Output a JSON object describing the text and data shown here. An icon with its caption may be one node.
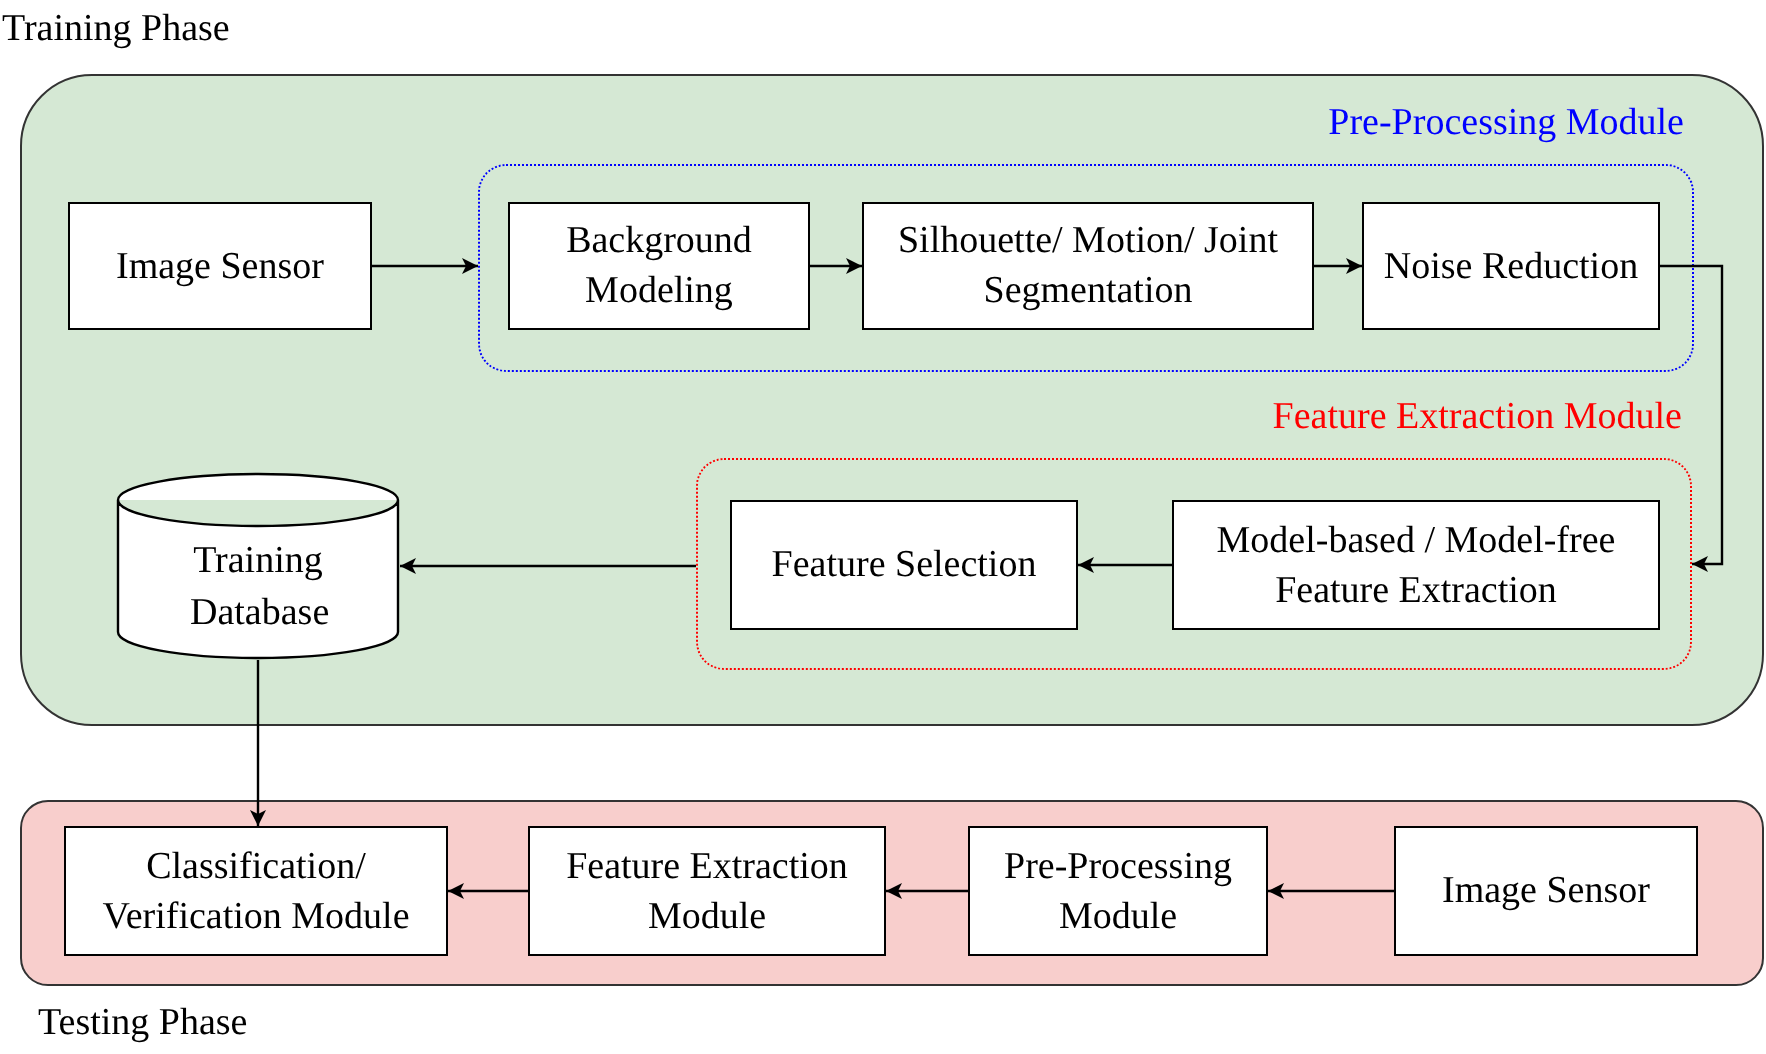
{
  "diagram": {
    "nodes": [
      {
        "text": [
          "Training Phase"
        ]
      },
      {
        "text": [
          "Pre-Processing Module"
        ],
        "in": 0
      },
      {
        "text": [
          "Image Sensor"
        ],
        "in": 0
      },
      {
        "text": [
          "Background Modeling"
        ],
        "in": 1
      },
      {
        "text": [
          "Silhouette/ Motion/ Joint Segmentation"
        ],
        "in": 1
      },
      {
        "text": [
          "Noise Reduction"
        ],
        "in": 1
      },
      {
        "text": [
          "Feature Extraction Module"
        ],
        "in": 0
      },
      {
        "text": [
          "Model-based / Model-free Feature Extraction"
        ],
        "in": 6
      },
      {
        "text": [
          "Feature Selection"
        ],
        "in": 6
      },
      {
        "text": [
          "Training Database"
        ],
        "in": 0
      },
      {
        "text": [
          "Testing Phase"
        ]
      },
      {
        "text": [
          "Image Sensor"
        ],
        "in": 10
      },
      {
        "text": [
          "Pre-Processing Module"
        ],
        "in": 10
      },
      {
        "text": [
          "Feature Extraction Module"
        ],
        "in": 10
      },
      {
        "text": [
          "Classification/ Verification Module"
        ],
        "in": 10
      }
    ],
    "edges": [
      {
        "from": 2,
        "to": 1,
        "arrow": "to"
      },
      {
        "from": 3,
        "to": 4,
        "arrow": "to"
      },
      {
        "from": 4,
        "to": 5,
        "arrow": "to"
      },
      {
        "from": 5,
        "to": 6,
        "arrow": "to"
      },
      {
        "from": 7,
        "to": 8,
        "arrow": "to"
      },
      {
        "from": 6,
        "to": 9,
        "arrow": "to"
      },
      {
        "from": 9,
        "to": 14,
        "arrow": "to"
      },
      {
        "from": 11,
        "to": 12,
        "arrow": "to"
      },
      {
        "from": 12,
        "to": 13,
        "arrow": "to"
      },
      {
        "from": 13,
        "to": 14,
        "arrow": "to"
      }
    ]
  }
}
